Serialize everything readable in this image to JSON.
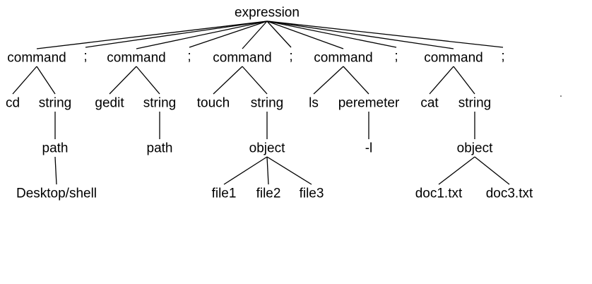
{
  "tree": {
    "label": "expression",
    "children": [
      {
        "label": "command",
        "children": [
          {
            "label": "cd"
          },
          {
            "label": "string",
            "children": [
              {
                "label": "path",
                "children": [
                  {
                    "label": "Desktop/shell"
                  }
                ]
              }
            ]
          }
        ]
      },
      {
        "label": ";"
      },
      {
        "label": "command",
        "children": [
          {
            "label": "gedit"
          },
          {
            "label": "string",
            "children": [
              {
                "label": "path"
              }
            ]
          }
        ]
      },
      {
        "label": ";"
      },
      {
        "label": "command",
        "children": [
          {
            "label": "touch"
          },
          {
            "label": "string",
            "children": [
              {
                "label": "object",
                "children": [
                  {
                    "label": "file1"
                  },
                  {
                    "label": "file2"
                  },
                  {
                    "label": "file3"
                  }
                ]
              }
            ]
          }
        ]
      },
      {
        "label": ";"
      },
      {
        "label": "command",
        "children": [
          {
            "label": "ls"
          },
          {
            "label": "peremeter",
            "children": [
              {
                "label": "-l"
              }
            ]
          }
        ]
      },
      {
        "label": ";"
      },
      {
        "label": "command",
        "children": [
          {
            "label": "cat"
          },
          {
            "label": "string",
            "children": [
              {
                "label": "object",
                "children": [
                  {
                    "label": "doc1.txt"
                  },
                  {
                    "label": "doc3.txt"
                  }
                ]
              }
            ]
          }
        ]
      },
      {
        "label": ";"
      }
    ]
  }
}
